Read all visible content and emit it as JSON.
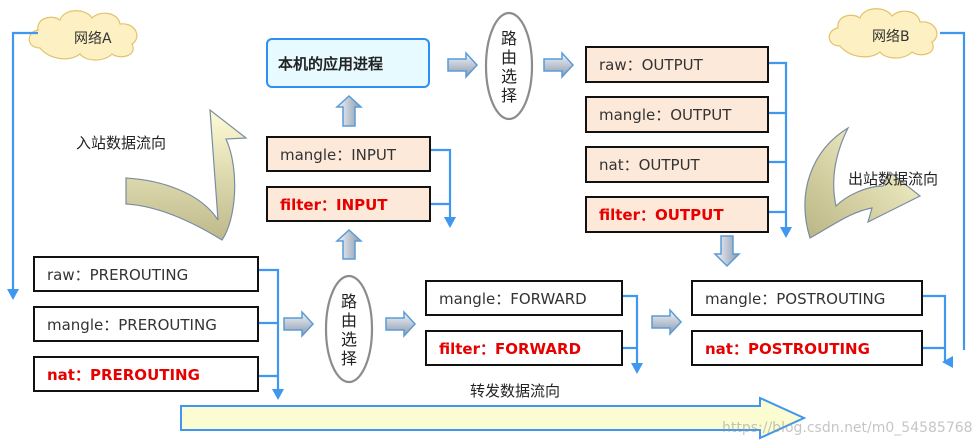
{
  "clouds": {
    "left": "网络A",
    "right": "网络B"
  },
  "app_box": "本机的应用进程",
  "routing": [
    "路",
    "由",
    "选",
    "择"
  ],
  "flows": {
    "inbound": "入站数据流向",
    "outbound": "出站数据流向",
    "forward": "转发数据流向"
  },
  "chains": {
    "prerouting": [
      "raw：PREROUTING",
      "mangle：PREROUTING",
      "nat：PREROUTING"
    ],
    "input": [
      "mangle：INPUT",
      "filter：INPUT"
    ],
    "forward": [
      "mangle：FORWARD",
      "filter：FORWARD"
    ],
    "output": [
      "raw：OUTPUT",
      "mangle：OUTPUT",
      "nat：OUTPUT",
      "filter：OUTPUT"
    ],
    "postrouting": [
      "mangle：POSTROUTING",
      "nat：POSTROUTING"
    ]
  },
  "watermark": "https://blog.csdn.net/m0_54585768",
  "colors": {
    "flow_line": "#3f97f0",
    "red_label": "#e60000",
    "peach_fill": "#fde9d9",
    "arrow_fill": "#eef6fb",
    "big_arrow_fill": "#fbfcd2",
    "curve_fill": "#c6c496"
  }
}
